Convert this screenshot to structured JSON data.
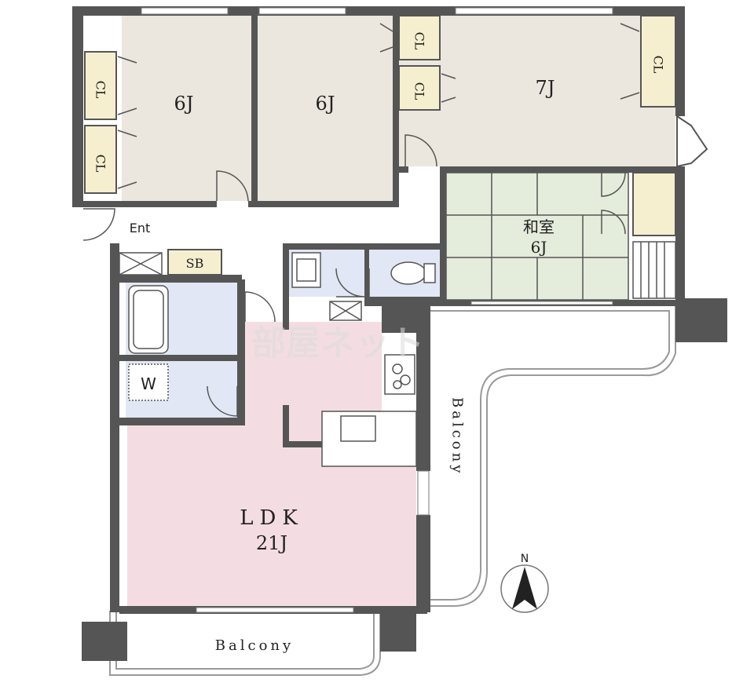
{
  "rooms": {
    "bed1": {
      "name": "6J"
    },
    "bed2": {
      "name": "6J"
    },
    "bed3": {
      "name": "7J"
    },
    "washitsu": {
      "name": "和室",
      "size": "6J"
    },
    "ldk": {
      "name": "LDK",
      "size": "21J"
    }
  },
  "storage": {
    "cl": "CL",
    "sb": "SB",
    "w": "W"
  },
  "entrance": "Ent",
  "balcony_south": "Balcony",
  "balcony_east": "Balcony",
  "compass": {
    "north": "N"
  },
  "watermark": "部屋ネット",
  "colors": {
    "wall": "#555555",
    "bedroom": "#ebe7de",
    "closet": "#f5efcf",
    "tatami": "#e4ecdc",
    "ldk": "#f4dde2",
    "wet": "#e1e7f4",
    "hall": "#ffffff"
  }
}
